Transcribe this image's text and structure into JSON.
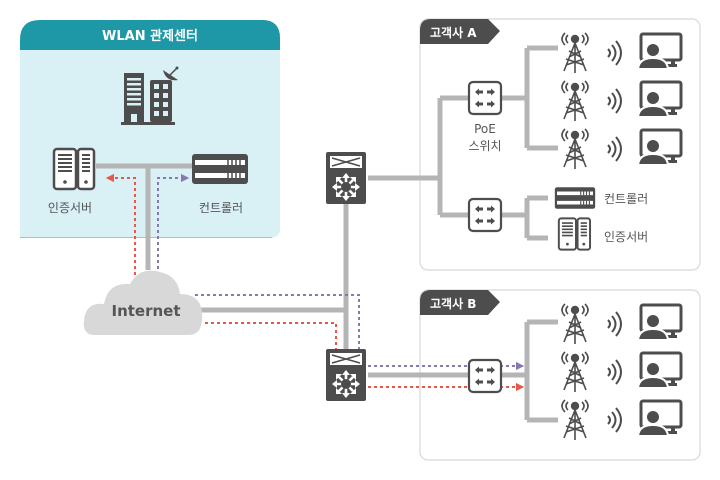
{
  "control_center": {
    "title": "WLAN 관제센터",
    "auth_server_label": "인증서버",
    "controller_label": "컨트롤러"
  },
  "internet": {
    "label": "Internet"
  },
  "customer_a": {
    "tag": "고객사 A",
    "poe_switch_label_line1": "PoE",
    "poe_switch_label_line2": "스위치",
    "controller_label": "컨트롤러",
    "auth_server_label": "인증서버",
    "access_points": 3
  },
  "customer_b": {
    "tag": "고객사 B",
    "access_points": 3
  },
  "colors": {
    "teal_header": "#1e98a6",
    "teal_panel": "#d9f0f5",
    "link_gray": "#b5b5b5",
    "icon_dark": "#4d4d4d",
    "flow_red": "#e8584a",
    "flow_purple": "#8878b0",
    "panel_border": "#d8d8d8"
  }
}
